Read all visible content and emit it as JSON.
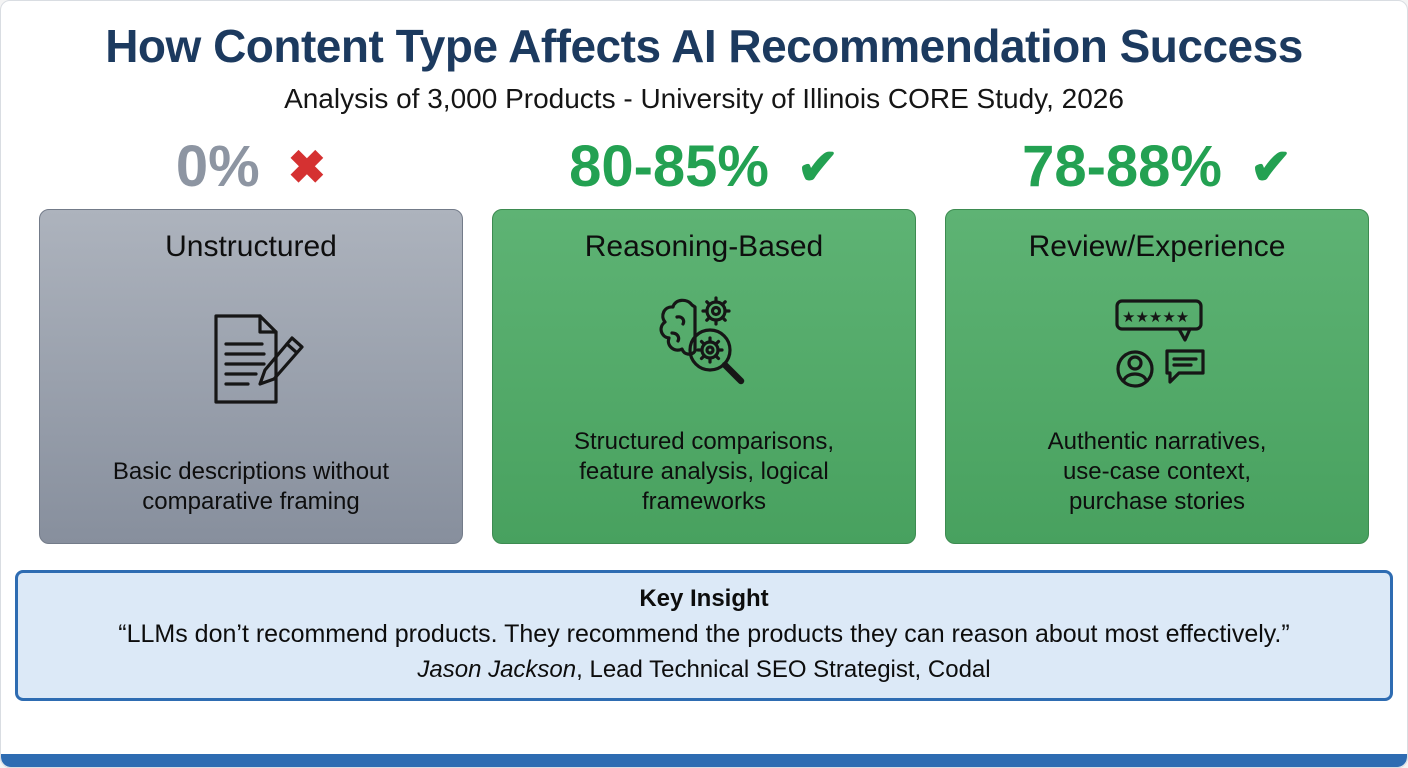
{
  "header": {
    "title": "How Content Type Affects AI Recommendation Success",
    "subtitle": "Analysis of 3,000 Products - University of Illinois CORE Study, 2026"
  },
  "columns": [
    {
      "percent": "0%",
      "mark": "✖",
      "status": "fail",
      "title": "Unstructured",
      "icon": "document-pencil-icon",
      "description": "Basic descriptions without\ncomparative framing"
    },
    {
      "percent": "80-85%",
      "mark": "✔",
      "status": "pass",
      "title": "Reasoning-Based",
      "icon": "brain-gear-magnifier-icon",
      "description": "Structured comparisons,\nfeature analysis, logical\nframeworks"
    },
    {
      "percent": "78-88%",
      "mark": "✔",
      "status": "pass",
      "title": "Review/Experience",
      "icon": "review-stars-person-chat-icon",
      "description": "Authentic narratives,\nuse-case context,\npurchase stories"
    }
  ],
  "insight": {
    "title": "Key Insight",
    "quote": "“LLMs don’t recommend products. They recommend the products they can reason about most effectively.”",
    "attribution_name": "Jason Jackson",
    "attribution_rest": ", Lead Technical SEO Strategist, Codal"
  },
  "colors": {
    "title_navy": "#1c3a5f",
    "success_green": "#23a152",
    "fail_gray": "#8d95a2",
    "fail_red": "#d53131",
    "card_green": "#53aa69",
    "card_gray": "#9aa1ad",
    "insight_background": "#dce9f7",
    "insight_border": "#2e6cb2",
    "bottom_bar_blue": "#2e6cb2"
  }
}
